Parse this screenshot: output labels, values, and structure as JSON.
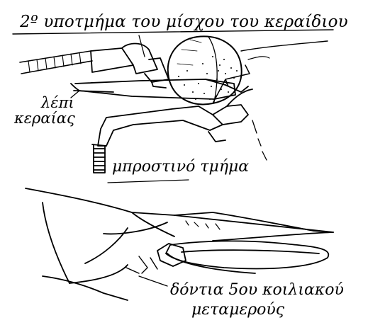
{
  "labels": {
    "antenna_segment": "2º υποτμήμα του μίσχου του κεραίδιου",
    "scale_line1": "λέπι",
    "scale_line2": "κεραίας",
    "front_part": "μπροστινό τμήμα",
    "teeth_line1": "δόντια 5ου κοιλιακού",
    "teeth_line2": "μεταμερούς"
  },
  "colors": {
    "ink": "#000000",
    "paper": "#ffffff"
  }
}
